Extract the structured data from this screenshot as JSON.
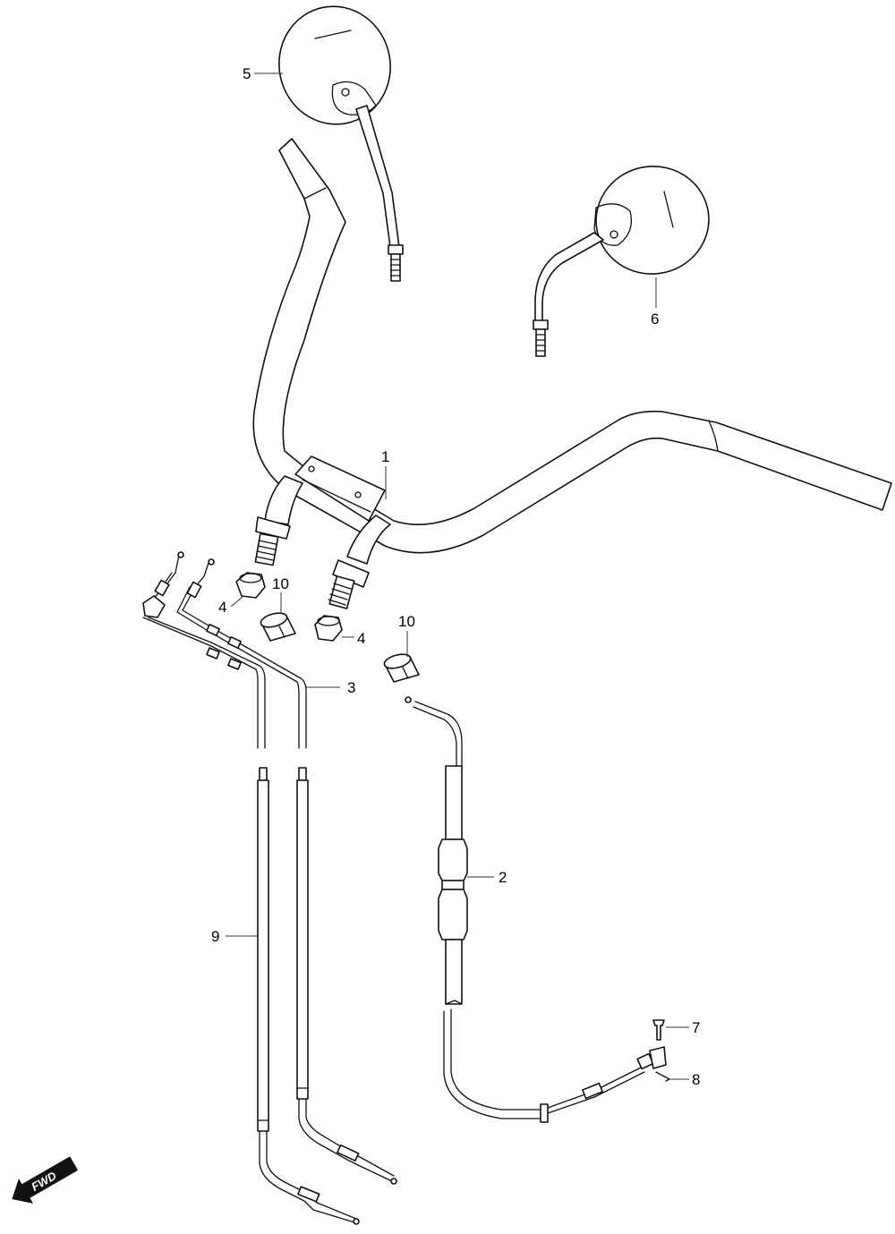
{
  "callouts": [
    {
      "id": "handlebar",
      "label": "1"
    },
    {
      "id": "throttle-cable-2",
      "label": "2"
    },
    {
      "id": "cable-3",
      "label": "3"
    },
    {
      "id": "nut-left",
      "label": "4"
    },
    {
      "id": "nut-right",
      "label": "4"
    },
    {
      "id": "mirror-left",
      "label": "5"
    },
    {
      "id": "mirror-right",
      "label": "6"
    },
    {
      "id": "pin",
      "label": "7"
    },
    {
      "id": "clip",
      "label": "8"
    },
    {
      "id": "cable-9",
      "label": "9"
    },
    {
      "id": "collar-left",
      "label": "10"
    },
    {
      "id": "collar-right",
      "label": "10"
    }
  ],
  "direction_badge": {
    "label": "FWD"
  },
  "colors": {
    "line": "#111111",
    "badge": "#111111",
    "background": "#ffffff"
  }
}
